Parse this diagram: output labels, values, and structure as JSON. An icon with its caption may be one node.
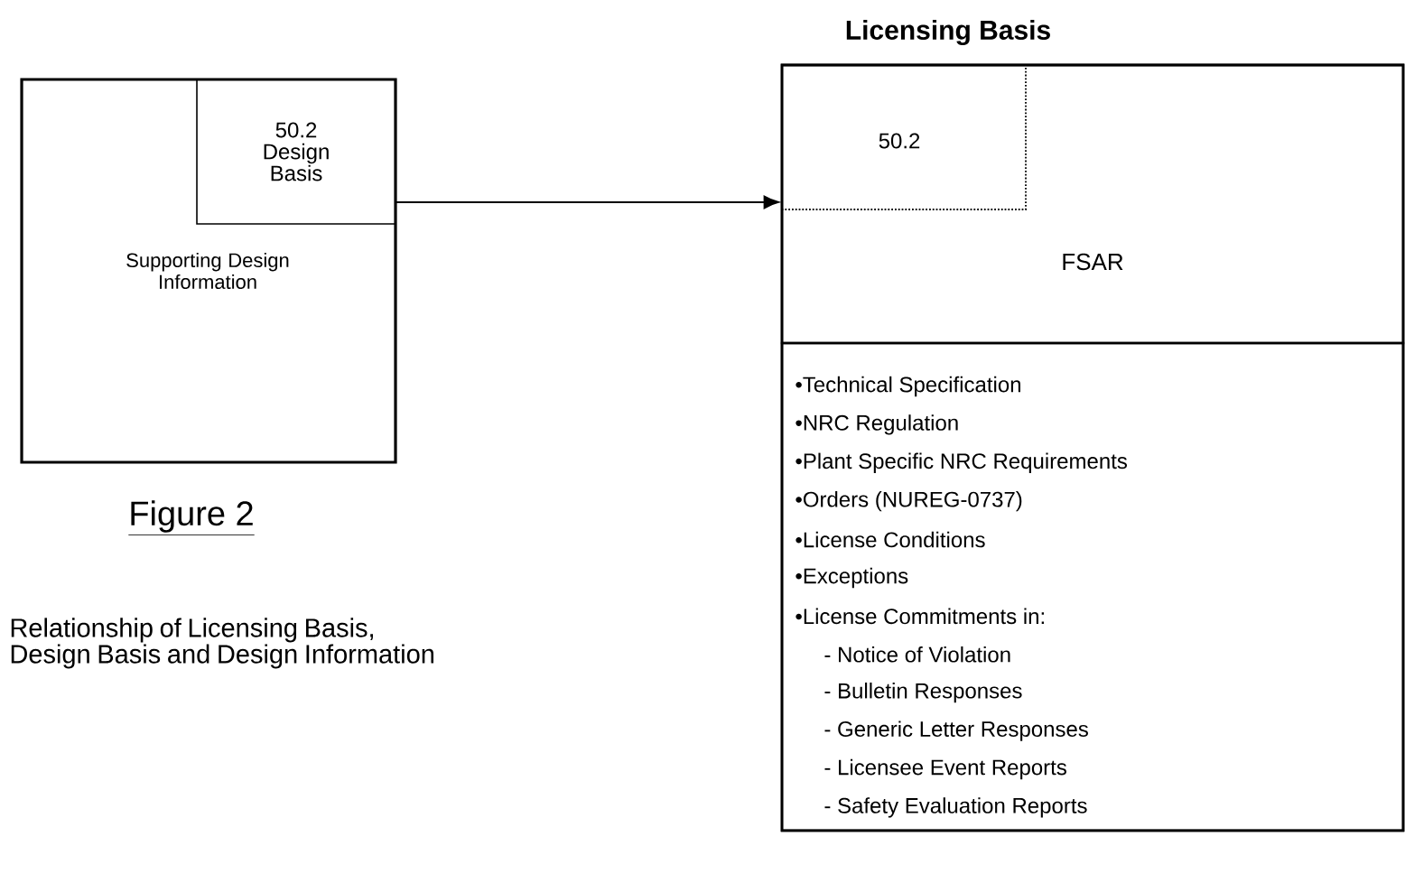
{
  "diagram": {
    "caption": "Relationship of Licensing Basis, Design Basis and Design Information",
    "nodes": [
      {
        "text": [
          "Supporting Design Information"
        ]
      },
      {
        "text": [
          "50.2 Design Basis"
        ],
        "in": 0
      },
      {
        "text": [
          "Licensing Basis"
        ]
      },
      {
        "text": [
          "FSAR"
        ],
        "in": 2
      },
      {
        "text": [
          "50.2"
        ],
        "in": 3
      },
      {
        "text": [
          "•Technical Specification",
          "•NRC Regulation",
          "•Plant Specific NRC Requirements",
          "•Orders (NUREG-0737)",
          "•License Conditions",
          "•Exceptions",
          "•License Commitments in:",
          "- Notice of Violation",
          "- Bulletin Responses",
          "- Generic Letter Responses",
          "- Licensee Event Reports",
          "- Safety Evaluation Reports"
        ],
        "in": 2
      }
    ],
    "edges": [
      {
        "from": 1,
        "to": 4,
        "arrow": "to"
      }
    ],
    "labels": [
      "Figure 2"
    ]
  }
}
